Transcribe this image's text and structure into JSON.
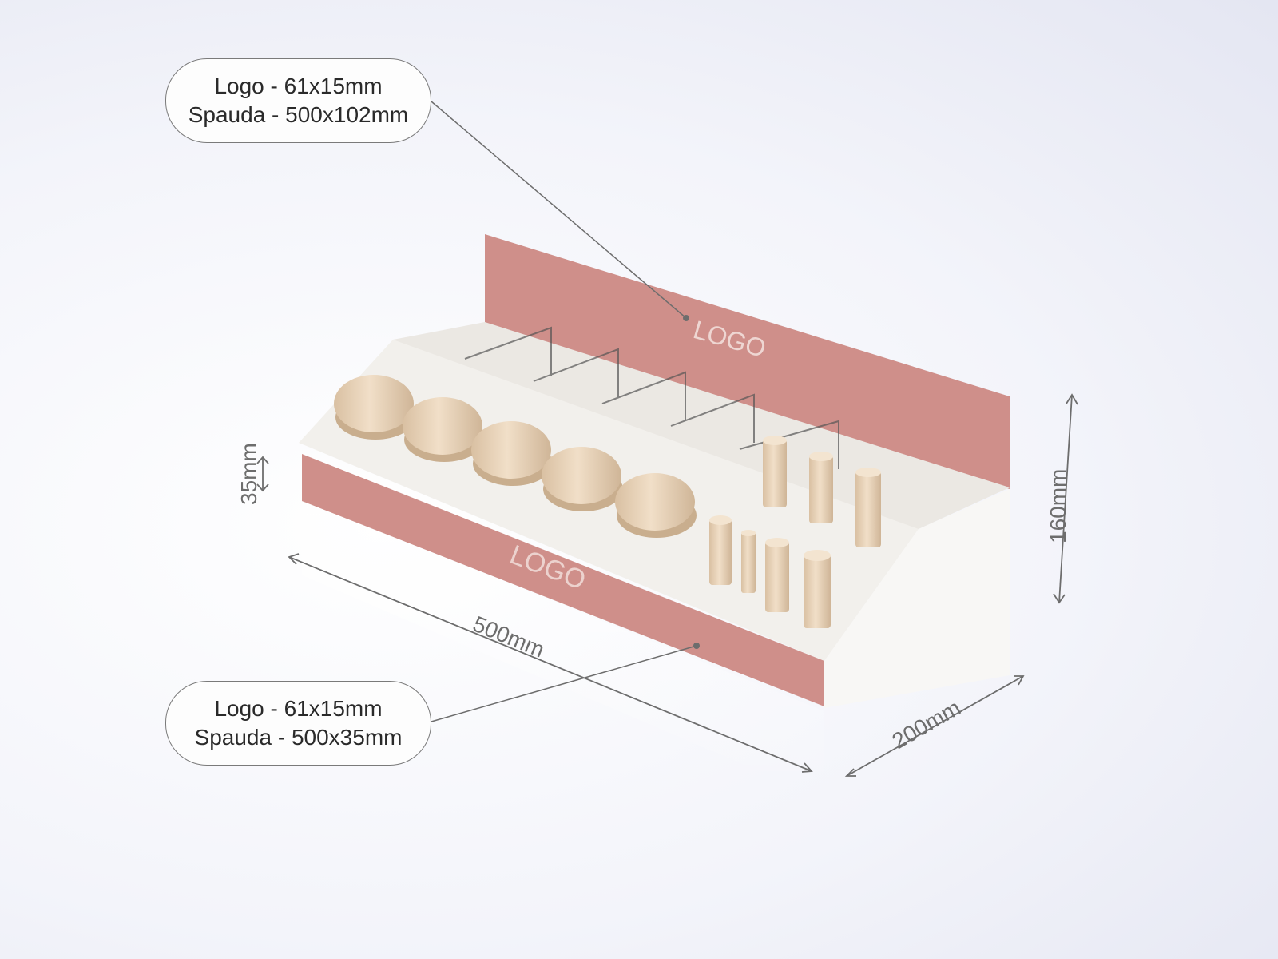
{
  "callouts": {
    "top": {
      "line1": "Logo - 61x15mm",
      "line2": "Spauda - 500x102mm"
    },
    "bottom": {
      "line1": "Logo - 61x15mm",
      "line2": "Spauda - 500x35mm"
    }
  },
  "product": {
    "back_logo": "LOGO",
    "front_logo": "LOGO"
  },
  "dimensions": {
    "front_height": "35mm",
    "length": "500mm",
    "depth": "200mm",
    "height": "160mm"
  },
  "colors": {
    "panel_pink": "#cf8f8a",
    "body_white": "#f6f4f1",
    "product_beige": "#e9d3b8",
    "dimension_line": "#6d6d6d"
  }
}
